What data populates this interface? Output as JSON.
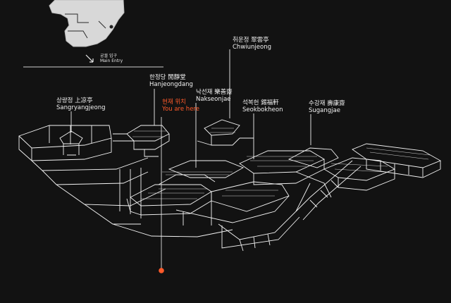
{
  "inset_map": {
    "entry_label_ko": "궁궐 입구",
    "entry_label_en": "Main Entry"
  },
  "labels": {
    "sangryangjeong": {
      "ko": "상량정 上凉亭",
      "en": "Sangryangjeong"
    },
    "hanjeongdang": {
      "ko": "한정당 閒靜堂",
      "en": "Hanjeongdang"
    },
    "you_are_here": {
      "ko": "현재 위치",
      "en": "You are here"
    },
    "chwiunjeong": {
      "ko": "취운정 翠雲亭",
      "en": "Chwiunjeong"
    },
    "nakseonjae": {
      "ko": "낙선재 樂善齋",
      "en": "Nakseonjae"
    },
    "seokbokheon": {
      "ko": "석복헌 錫福軒",
      "en": "Seokbokheon"
    },
    "sugangjae": {
      "ko": "수강재 壽康齋",
      "en": "Sugangjae"
    }
  },
  "colors": {
    "background": "#121212",
    "line": "#f2f2f2",
    "you_are_here": "#ff5a2a"
  }
}
